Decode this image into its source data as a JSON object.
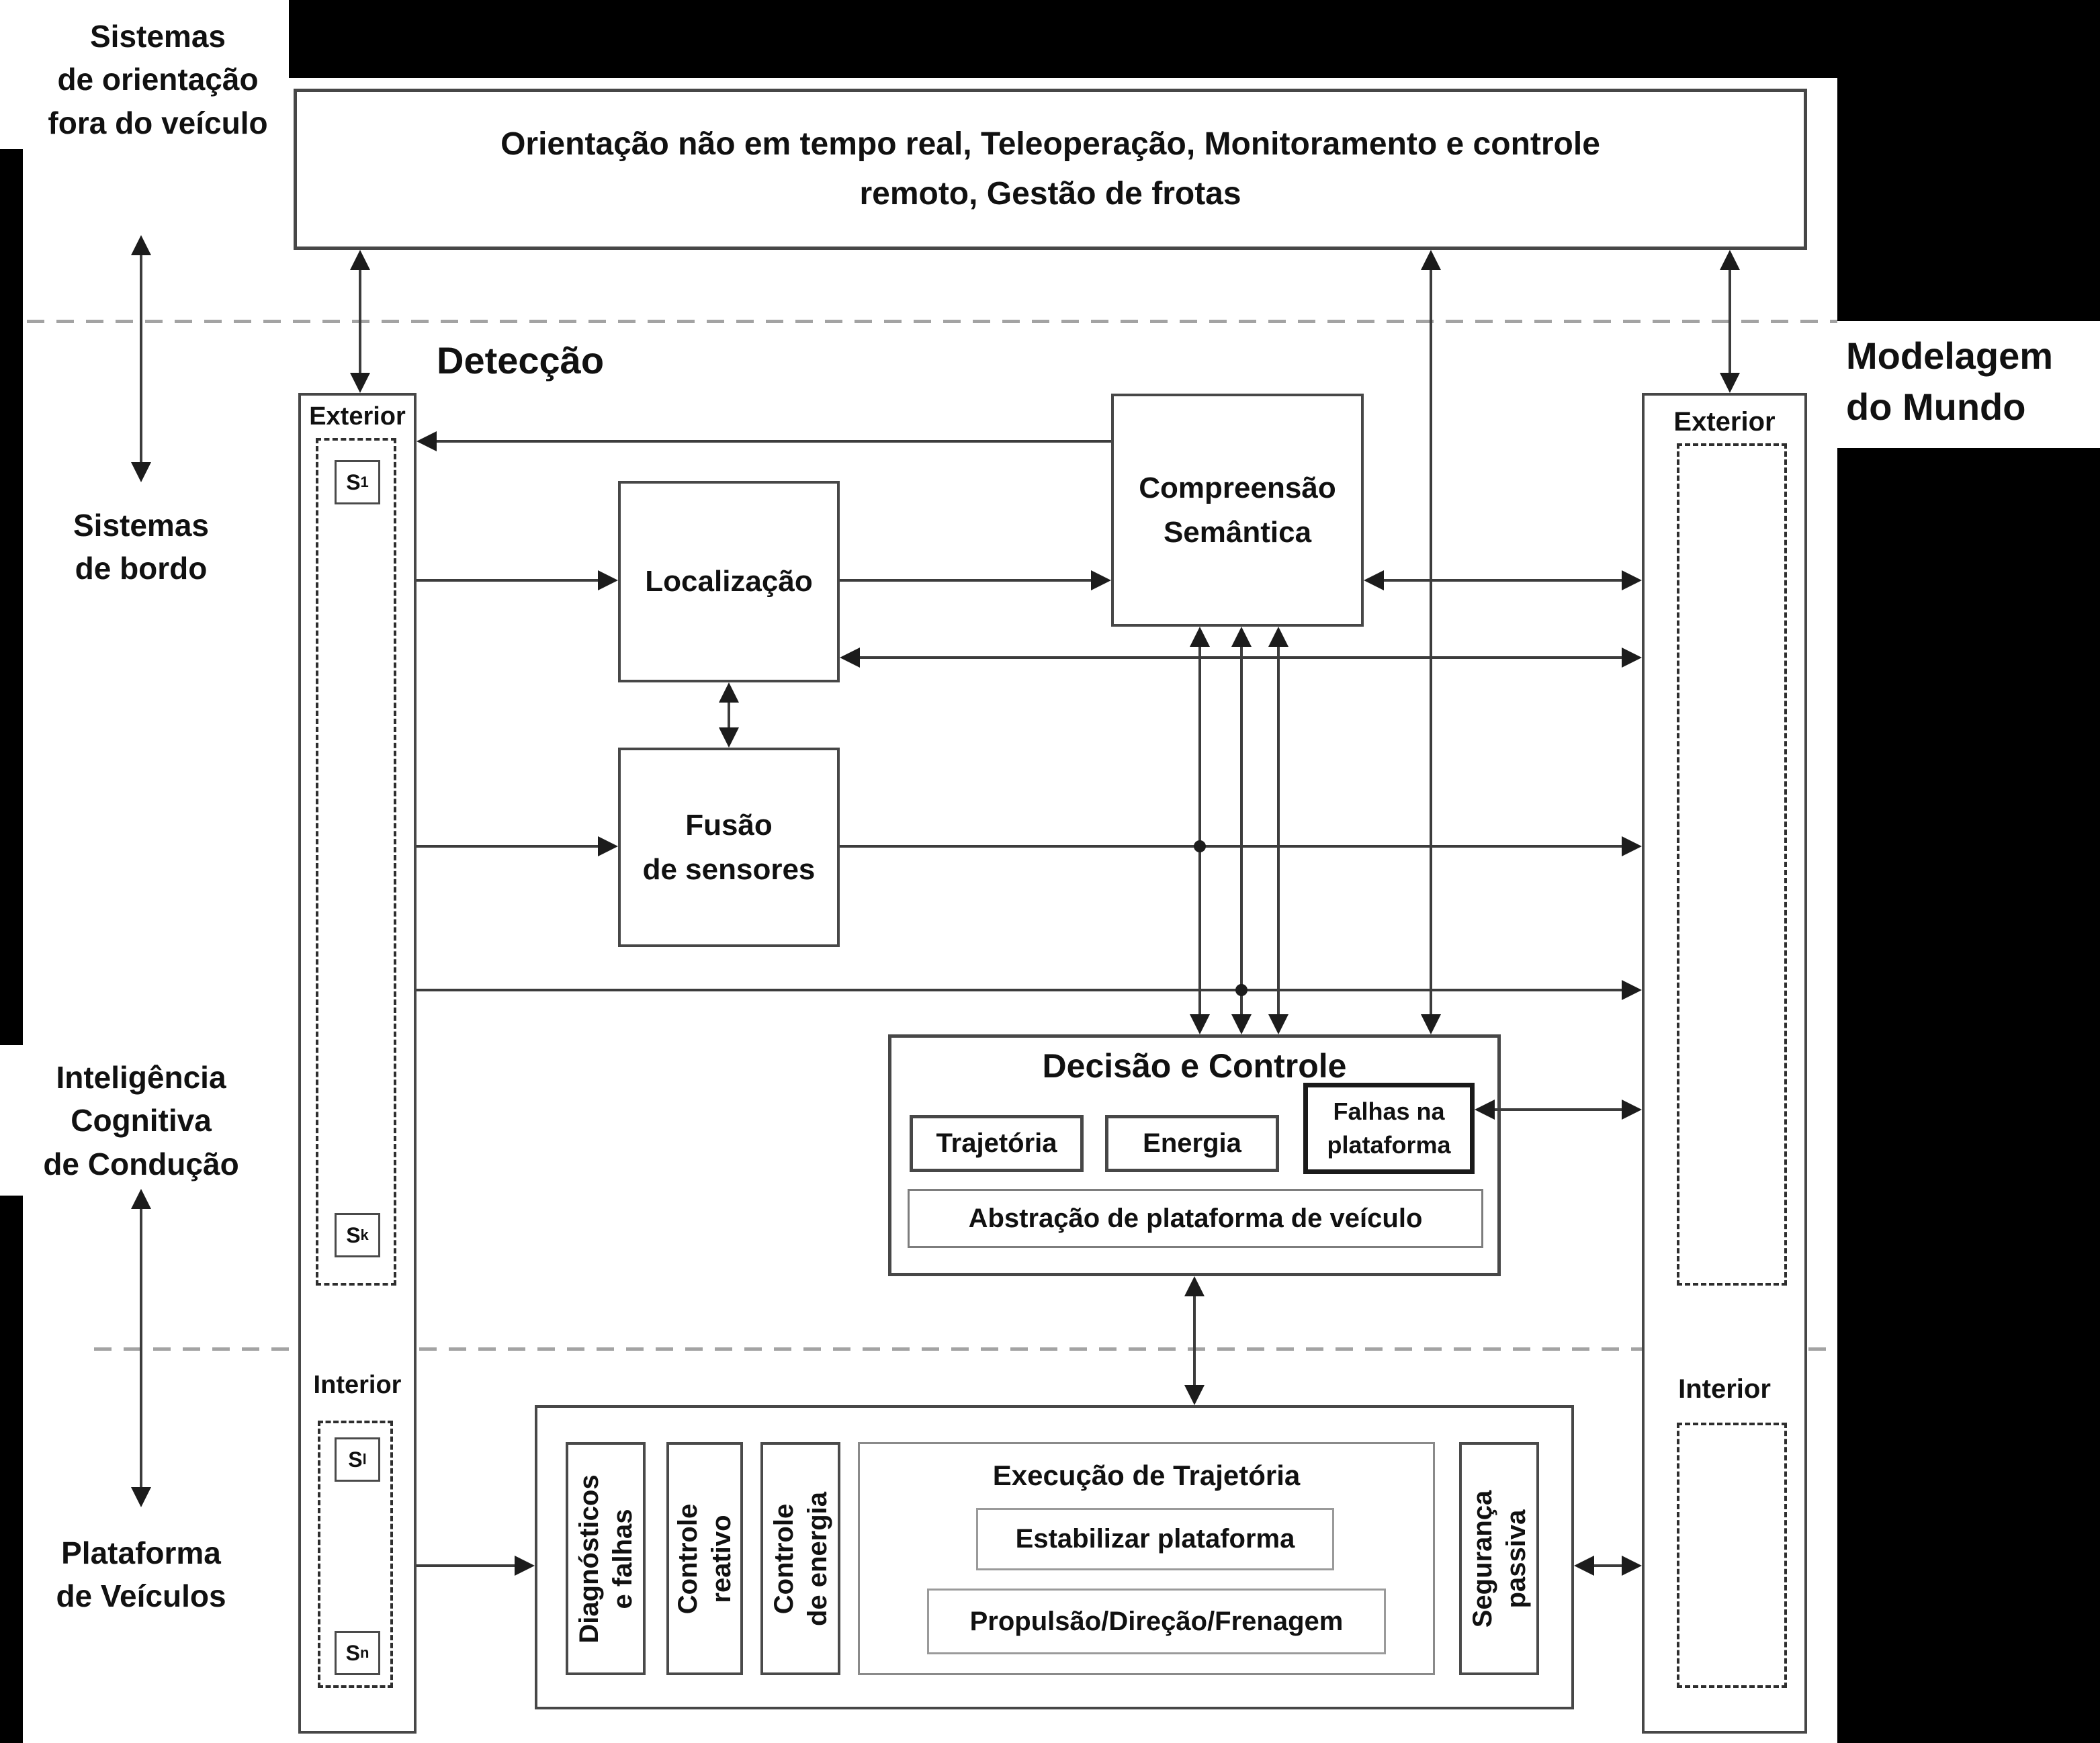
{
  "colors": {
    "ink": "#111111",
    "line": "#3c3c3c",
    "dashed_separator": "#a3a3a3",
    "black_band": "#000000",
    "background": "#ffffff"
  },
  "side_labels": {
    "guidance": [
      "Sistemas",
      "de orientação",
      "fora do veículo"
    ],
    "onboard": [
      "Sistemas",
      "de bordo"
    ],
    "cognitive": [
      "Inteligência",
      "Cognitiva",
      "de Condução"
    ],
    "platform": [
      "Plataforma",
      "de Veículos"
    ]
  },
  "section_labels": {
    "detection": "Detecção",
    "world_model": [
      "Modelagem",
      "do Mundo"
    ]
  },
  "top_box": {
    "lines": [
      "Orientação não em tempo real, Teleoperação, Monitoramento e controle",
      "remoto, Gestão de frotas"
    ]
  },
  "columns": {
    "left": {
      "exterior": "Exterior",
      "interior": "Interior"
    },
    "right": {
      "exterior": "Exterior",
      "interior": "Interior"
    }
  },
  "sensors": {
    "s1": {
      "base": "S",
      "sub": "1"
    },
    "sk": {
      "base": "S",
      "sub": "k"
    },
    "sl": {
      "base": "S",
      "sub": "l"
    },
    "sn": {
      "base": "S",
      "sub": "n"
    }
  },
  "blocks": {
    "localization": "Localização",
    "sensor_fusion": [
      "Fusão",
      "de sensores"
    ],
    "semantic": [
      "Compreensão",
      "Semântica"
    ]
  },
  "decision": {
    "title": "Decisão e Controle",
    "trajectory": "Trajetória",
    "energy": "Energia",
    "platform_failures": [
      "Falhas na",
      "plataforma"
    ],
    "abstraction": "Abstração de plataforma de veículo"
  },
  "platform_section": {
    "diagnostics": [
      "Diagnósticos",
      "e falhas"
    ],
    "reactive": [
      "Controle",
      "reativo"
    ],
    "energy_control": [
      "Controle",
      "de energia"
    ],
    "execution_title": "Execução de Trajetória",
    "stabilize": "Estabilizar plataforma",
    "propulsion": "Propulsão/Direção/Frenagem",
    "passive_safety": [
      "Segurança",
      "passiva"
    ]
  }
}
